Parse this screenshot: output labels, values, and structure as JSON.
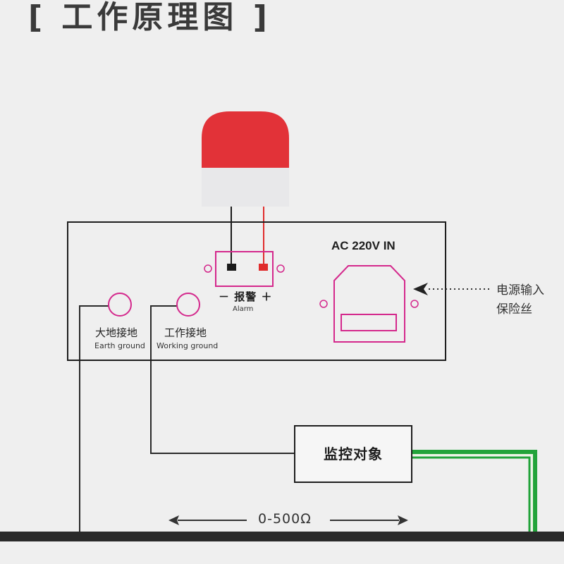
{
  "title": "[ 工作原理图 ]",
  "panel": {
    "power_label": "AC 220V IN",
    "alarm_label_cn": "－ 报警 ＋",
    "alarm_label_en": "Alarm",
    "earth_ground_cn": "大地接地",
    "earth_ground_en": "Earth ground",
    "working_ground_cn": "工作接地",
    "working_ground_en": "Working ground"
  },
  "fuse_label": {
    "line1": "电源输入",
    "line2": "保险丝"
  },
  "monitor_target": "监控对象",
  "resistance_range": "0-500Ω",
  "colors": {
    "lamp_red": "#e23238",
    "lamp_base": "#e8e8ea",
    "connector": "#d4288c",
    "wire_red": "#e02c2c",
    "wire_black": "#1a1a1a",
    "green_wire": "#22a33a",
    "ground_bar": "#2a2a2a",
    "background": "#efefef"
  }
}
